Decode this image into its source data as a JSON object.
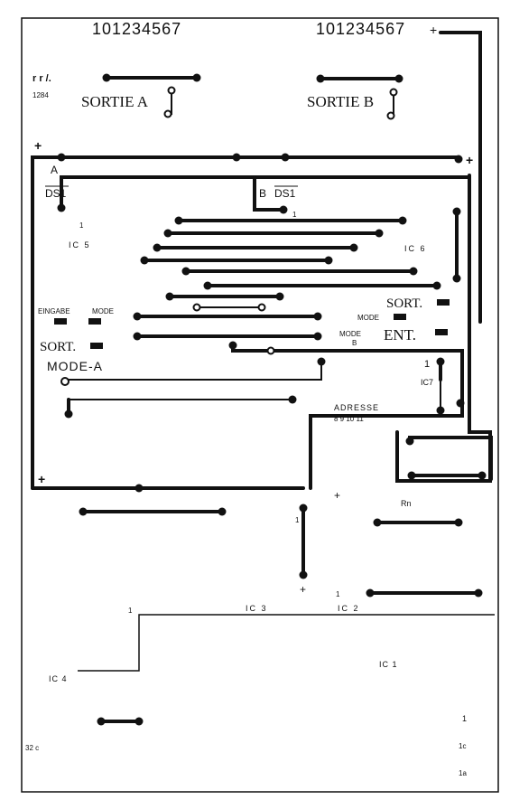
{
  "labels": {
    "header_left": "101234567",
    "header_right": "101234567",
    "header_plus": "+",
    "ref_top": "r r /.",
    "ref_num": "1284",
    "sortie_a": "SORTIE A",
    "sortie_b": "SORTIE B",
    "plus_tl": "+",
    "plus_tr": "+",
    "a": "A",
    "ds1_left": "DS1",
    "b_ds1_b": "B",
    "b_ds1_ds1": "DS1",
    "pin1_a": "1",
    "pin1_b": "1",
    "ic5": "IC 5",
    "ic6": "IC 6",
    "sort_right": "SORT.",
    "mode_right": "MODE",
    "mode_b": "MODE",
    "b_sub": "B",
    "ent": "ENT.",
    "eingabe": "EINGABE",
    "mode_left": "MODE",
    "sort_left": "SORT.",
    "mode_a": "MODE-A",
    "one_right": "1",
    "ic7": "IC7",
    "adresse": "ADRESSE",
    "adresse_nums": "8 9 10 11",
    "plus_bl": "+",
    "plus_mid": "+",
    "one_mid": "1",
    "rn": "Rn",
    "plus_low": "+",
    "one_ic2": "1",
    "one_ic3": "1",
    "ic3": "IC 3",
    "ic2": "IC 2",
    "ic1": "IC 1",
    "ic4": "IC 4",
    "one_br": "1",
    "code_32c": "32 c",
    "code_1c": "1c",
    "code_1a": "1a"
  }
}
